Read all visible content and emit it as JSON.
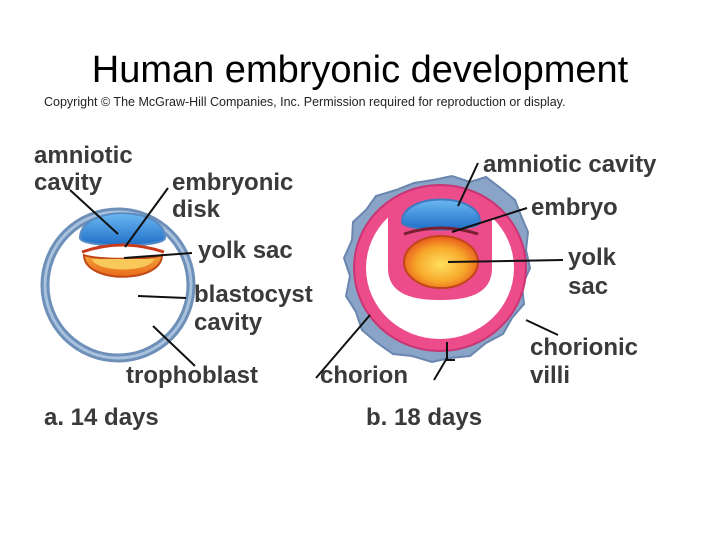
{
  "slide": {
    "title": "Human embryonic development",
    "copyright": "Copyright © The McGraw-Hill Companies, Inc. Permission required for reproduction or display."
  },
  "panel_a": {
    "labels": {
      "amniotic_line1": "amniotic",
      "amniotic_line2": "cavity",
      "embryonic_line1": "embryonic",
      "embryonic_line2": "disk",
      "yolk_sac": "yolk sac",
      "blastocyst_line1": "blastocyst",
      "blastocyst_line2": "cavity",
      "trophoblast": "trophoblast"
    },
    "caption": "a.  14 days"
  },
  "panel_b": {
    "labels": {
      "amniotic_cavity": "amniotic cavity",
      "embryo": "embryo",
      "yolk_line1": "yolk",
      "yolk_line2": "sac",
      "chorion": "chorion",
      "chorionic_line1": "chorionic",
      "chorionic_line2": "villi"
    },
    "caption": "b.  18 days"
  },
  "colors": {
    "trophoblast_ring": "#7f9fc4",
    "amnion_blue": "#2f8fe0",
    "yolk_orange": "#f39a2a",
    "chorion_pink": "#ec4c8a",
    "villi_blue": "#8aa4c8",
    "label_text": "#3a3a3a"
  }
}
